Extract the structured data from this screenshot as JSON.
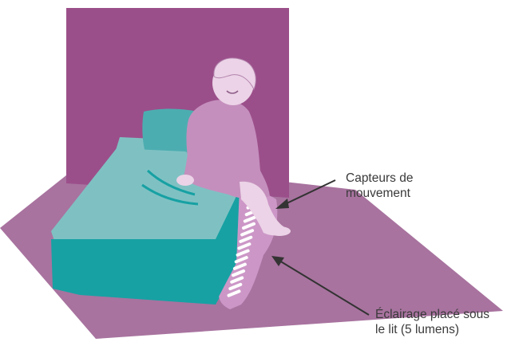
{
  "colors": {
    "wall": "#9b4f8a",
    "floor": "#a8739f",
    "bed_top": "#7fc1c3",
    "bed_side": "#17a1a3",
    "pillow": "#4cadb0",
    "person": "#c48fbd",
    "skin": "#ecd3e7",
    "light_glow": "#cc97c7",
    "arrow": "#333333"
  },
  "icons": {
    "sensor_arrow": "arrow-pointer",
    "lighting_arrow": "arrow-pointer"
  },
  "annotations": {
    "motion_sensors": {
      "line1": "Capteurs de",
      "line2": "mouvement"
    },
    "under_bed_lighting": {
      "line1": "Éclairage placé sous",
      "line2": "le lit (5 lumens)"
    }
  }
}
